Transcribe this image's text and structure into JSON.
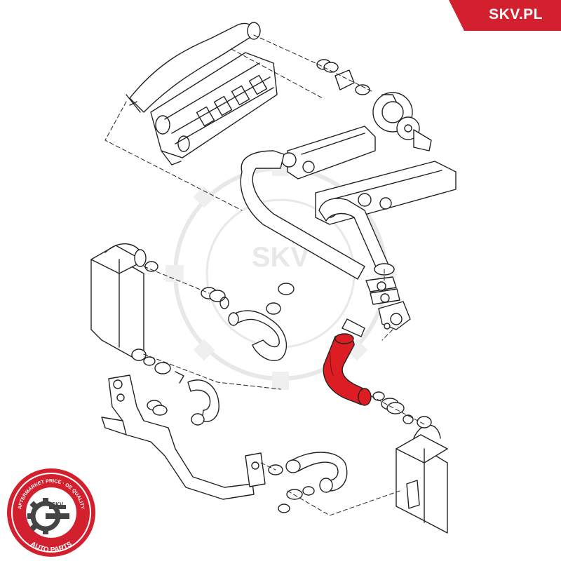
{
  "brand": {
    "site_label": "SKV.PL",
    "accent_color": "#d3202f"
  },
  "badge": {
    "ring_text_top": "AFTERMARKET PRICE · OE QUALITY",
    "ring_text_bottom": "AUTO PARTS",
    "center_text": "SKV",
    "color": "#d3202f"
  },
  "diagram": {
    "line_color": "#222222",
    "highlight_color": "#dc1e24",
    "watermark_text": "SKV",
    "watermark_color": "#d7d7d7"
  }
}
